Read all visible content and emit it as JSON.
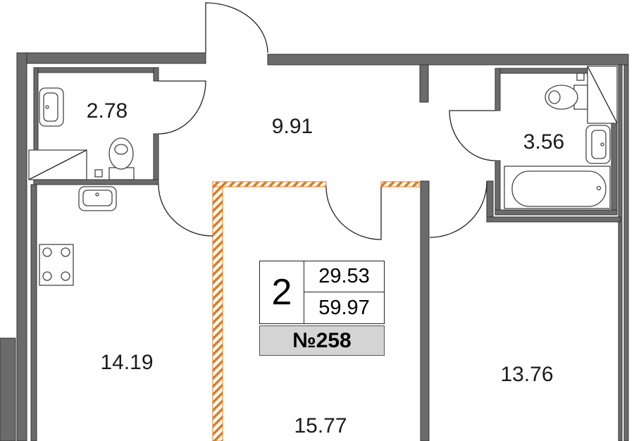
{
  "plan": {
    "rooms": {
      "bathroom_1": "2.78",
      "hallway": "9.91",
      "bathroom_2": "3.56",
      "kitchen": "14.19",
      "room_center": "15.77",
      "room_right": "13.76"
    },
    "info": {
      "room_count": "2",
      "living_area": "29.53",
      "total_area": "59.97",
      "apartment_number": "№258"
    },
    "colors": {
      "wall": "#6b6b6b",
      "hatch": "#e07a1f"
    }
  }
}
